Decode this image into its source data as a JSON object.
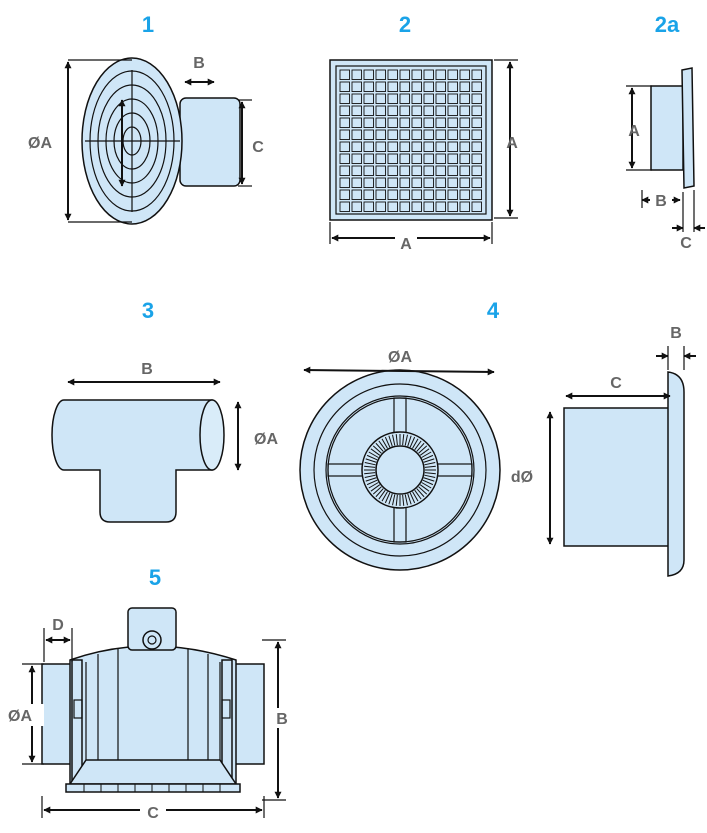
{
  "diagrams": [
    {
      "number": "1",
      "labels": {
        "dA": "ØA",
        "B": "B",
        "C": "C"
      }
    },
    {
      "number": "2",
      "labels": {
        "A_side": "A",
        "A_bottom": "A"
      }
    },
    {
      "number": "2a",
      "labels": {
        "A": "A",
        "B": "B",
        "C": "C"
      }
    },
    {
      "number": "3",
      "labels": {
        "B": "B",
        "dA": "ØA"
      }
    },
    {
      "number": "4",
      "labels": {
        "dA": "ØA",
        "B": "B",
        "C": "C",
        "d": "dØ"
      }
    },
    {
      "number": "5",
      "labels": {
        "D": "D",
        "dA": "ØA",
        "B": "B",
        "C": "C"
      }
    }
  ],
  "colors": {
    "number": "#1aa3e8",
    "label": "#666666",
    "fill": "#cfe6f7",
    "line": "#111111"
  }
}
